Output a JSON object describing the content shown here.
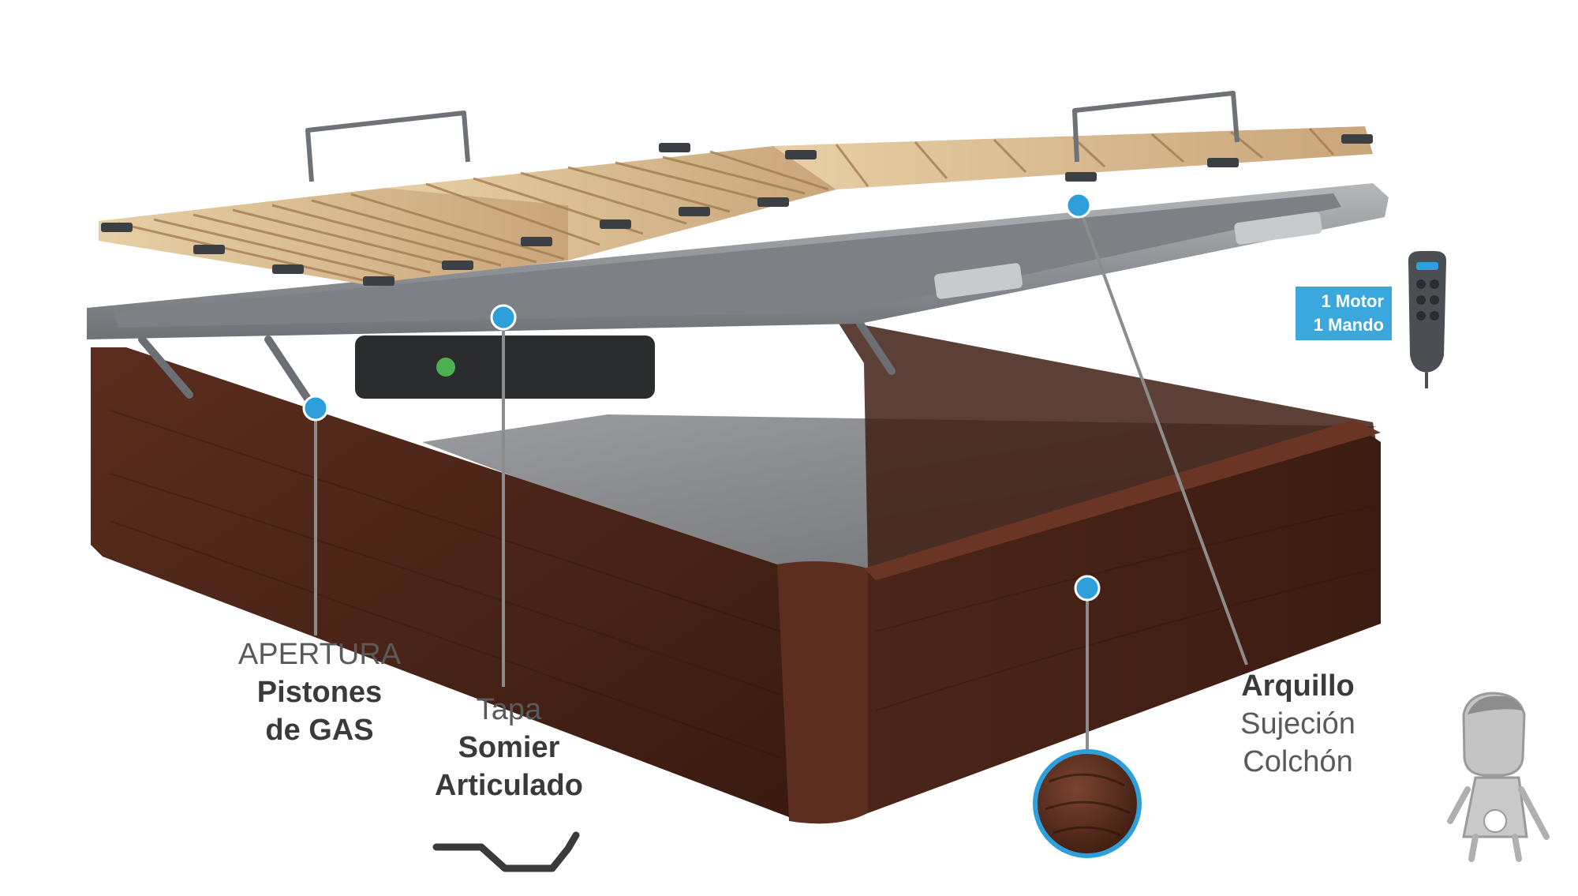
{
  "callouts": {
    "apertura": {
      "line1": "APERTURA",
      "line2": "Pistones",
      "line3": "de GAS"
    },
    "tapa": {
      "line1": "Tapa",
      "line2": "Somier",
      "line3": "Articulado"
    },
    "arquillo": {
      "line1": "Arquillo",
      "line2": "Sujeción",
      "line3": "Colchón"
    }
  },
  "motor_badge": {
    "line1": "1 Motor",
    "line2": "1 Mando"
  },
  "icons": {
    "marker": "callout-dot-icon",
    "remote": "remote-control-icon",
    "mascot": "mascot-logo-icon",
    "wood_swatch": "wood-swatch-icon",
    "profile": "articulated-profile-icon"
  },
  "colors": {
    "accent": "#2f9fdc",
    "wood": "#4a2418",
    "frame": "#8e9296",
    "slat": "#d9b98f",
    "floor": "#8a8c8f",
    "badge": "#3aa8dd"
  }
}
